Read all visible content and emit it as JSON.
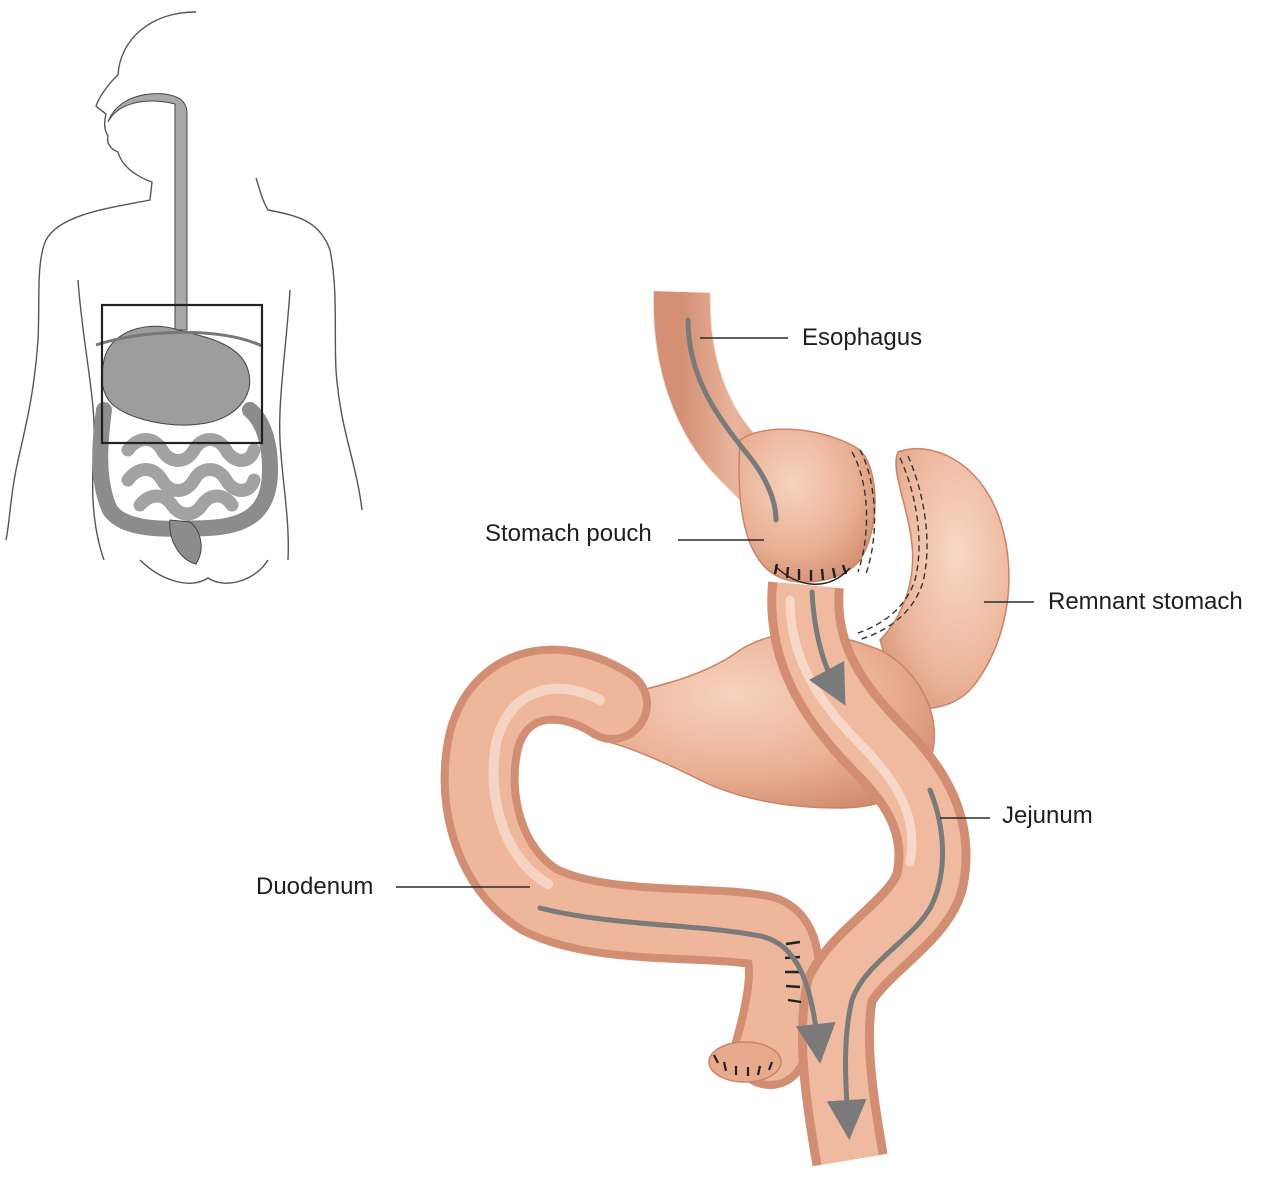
{
  "labels": {
    "esophagus": "Esophagus",
    "stomach_pouch": "Stomach pouch",
    "remnant_stomach": "Remnant stomach",
    "jejunum": "Jejunum",
    "duodenum": "Duodenum"
  },
  "colors": {
    "tissue": "#e9ab8c",
    "tissue_light": "#f6d2bd",
    "tissue_dark": "#cf8b6d",
    "flow_arrow": "#7a7a7a",
    "body_outline": "#555555",
    "inset_organ": "#a8a8a8",
    "leader_line": "#2a2a2a"
  }
}
